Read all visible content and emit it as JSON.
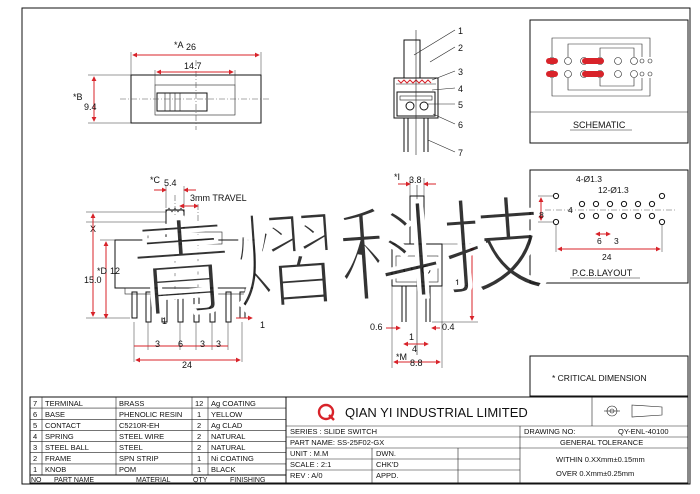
{
  "colors": {
    "line": "#111111",
    "dimension": "#d8232a",
    "watermark": "#33c1e6",
    "logo": "#d8232a"
  },
  "watermark": "青熠科技",
  "top_view": {
    "A_label": "*A",
    "A_value": "26",
    "inner_width": "14.7",
    "B_label": "*B",
    "B_value": "9.4"
  },
  "side_view": {
    "callouts": [
      "1",
      "2",
      "3",
      "4",
      "5",
      "6",
      "7"
    ]
  },
  "front_view": {
    "C_label": "*C",
    "C_value": "5.4",
    "travel": "3mm TRAVEL",
    "x_label": "X",
    "height_total": "15.0",
    "D_label": "*D",
    "D_value": "12",
    "pin_dims": [
      "1",
      "3",
      "6",
      "3",
      "3",
      "1"
    ],
    "total_width": "24"
  },
  "end_view": {
    "I_label": "*I",
    "I_value": "3.8",
    "height": "15.3",
    "left_offset": "0.6",
    "right_offset": "0.4",
    "center": "1",
    "pin_pitch": "4",
    "M_label": "*M",
    "M_value": "8.8"
  },
  "schematic": {
    "title": "SCHEMATIC"
  },
  "pcb": {
    "title": "P.C.B.LAYOUT",
    "hole_small": "4-Ø1.3",
    "hole_large": "12-Ø1.3",
    "height": "8.8",
    "pitch": "4",
    "pitch_small": "6",
    "pitch_small_b": "3",
    "width": "24"
  },
  "critical_note": "* CRITICAL DIMENSION",
  "bom": {
    "rows": [
      {
        "no": "7",
        "part": "TERMINAL",
        "material": "BRASS",
        "qty": "12",
        "finish": "Ag COATING"
      },
      {
        "no": "6",
        "part": "BASE",
        "material": "PHENOLIC RESIN",
        "qty": "1",
        "finish": "YELLOW"
      },
      {
        "no": "5",
        "part": "CONTACT",
        "material": "C5210R-EH",
        "qty": "2",
        "finish": "Ag CLAD"
      },
      {
        "no": "4",
        "part": "SPRING",
        "material": "STEEL WIRE",
        "qty": "2",
        "finish": "NATURAL"
      },
      {
        "no": "3",
        "part": "STEEL BALL",
        "material": "STEEL",
        "qty": "2",
        "finish": "NATURAL"
      },
      {
        "no": "2",
        "part": "FRAME",
        "material": "SPN STRIP",
        "qty": "1",
        "finish": "Ni COATING"
      },
      {
        "no": "1",
        "part": "KNOB",
        "material": "POM",
        "qty": "1",
        "finish": "BLACK"
      }
    ],
    "header": {
      "no": "NO",
      "part": "PART NAME",
      "material": "MATERIAL",
      "qty": "QTY",
      "finish": "FINISHING"
    }
  },
  "title_block": {
    "company": "QIAN YI INDUSTRIAL LIMITED",
    "series": "SERIES : SLIDE SWITCH",
    "part_name": "PART NAME: SS-25F02-GX",
    "unit": "UNIT : M.M",
    "scale": "SCALE : 2:1",
    "rev": "REV  : A/0",
    "dwn": "DWN.",
    "chkd": "CHK'D",
    "appd": "APPD.",
    "drawing_no_label": "DRAWING NO:",
    "drawing_no": "QY-ENL-40100",
    "general_tolerance": "GENERAL TOLERANCE",
    "tol_within": "WITHIN 0.XXmm±0.15mm",
    "tol_over": "OVER   0.Xmm±0.25mm"
  }
}
